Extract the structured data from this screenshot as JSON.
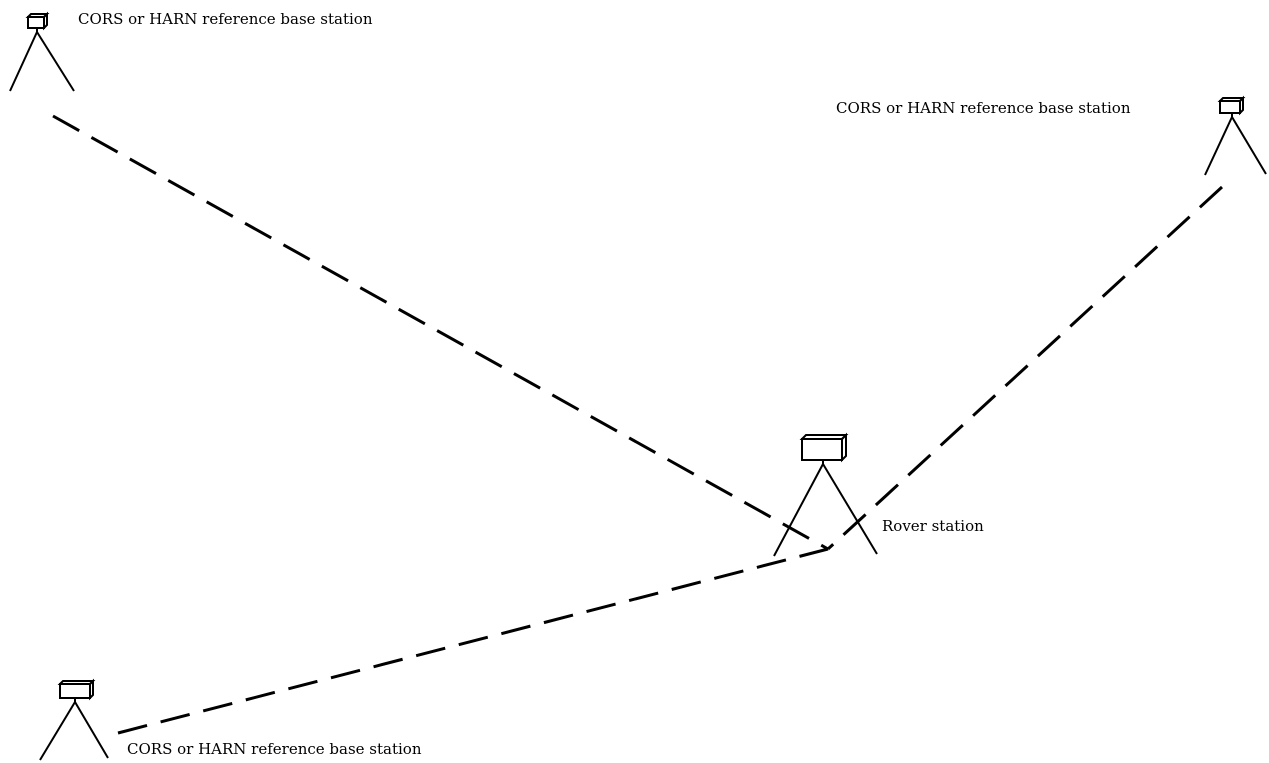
{
  "diagram": {
    "labels": {
      "base_top_left": "CORS or HARN reference base station",
      "base_top_right": "CORS or HARN reference base station",
      "rover": "Rover station",
      "base_bottom_left": "CORS or HARN reference base station"
    },
    "line_style": "dashed",
    "stroke_color": "#000000"
  }
}
